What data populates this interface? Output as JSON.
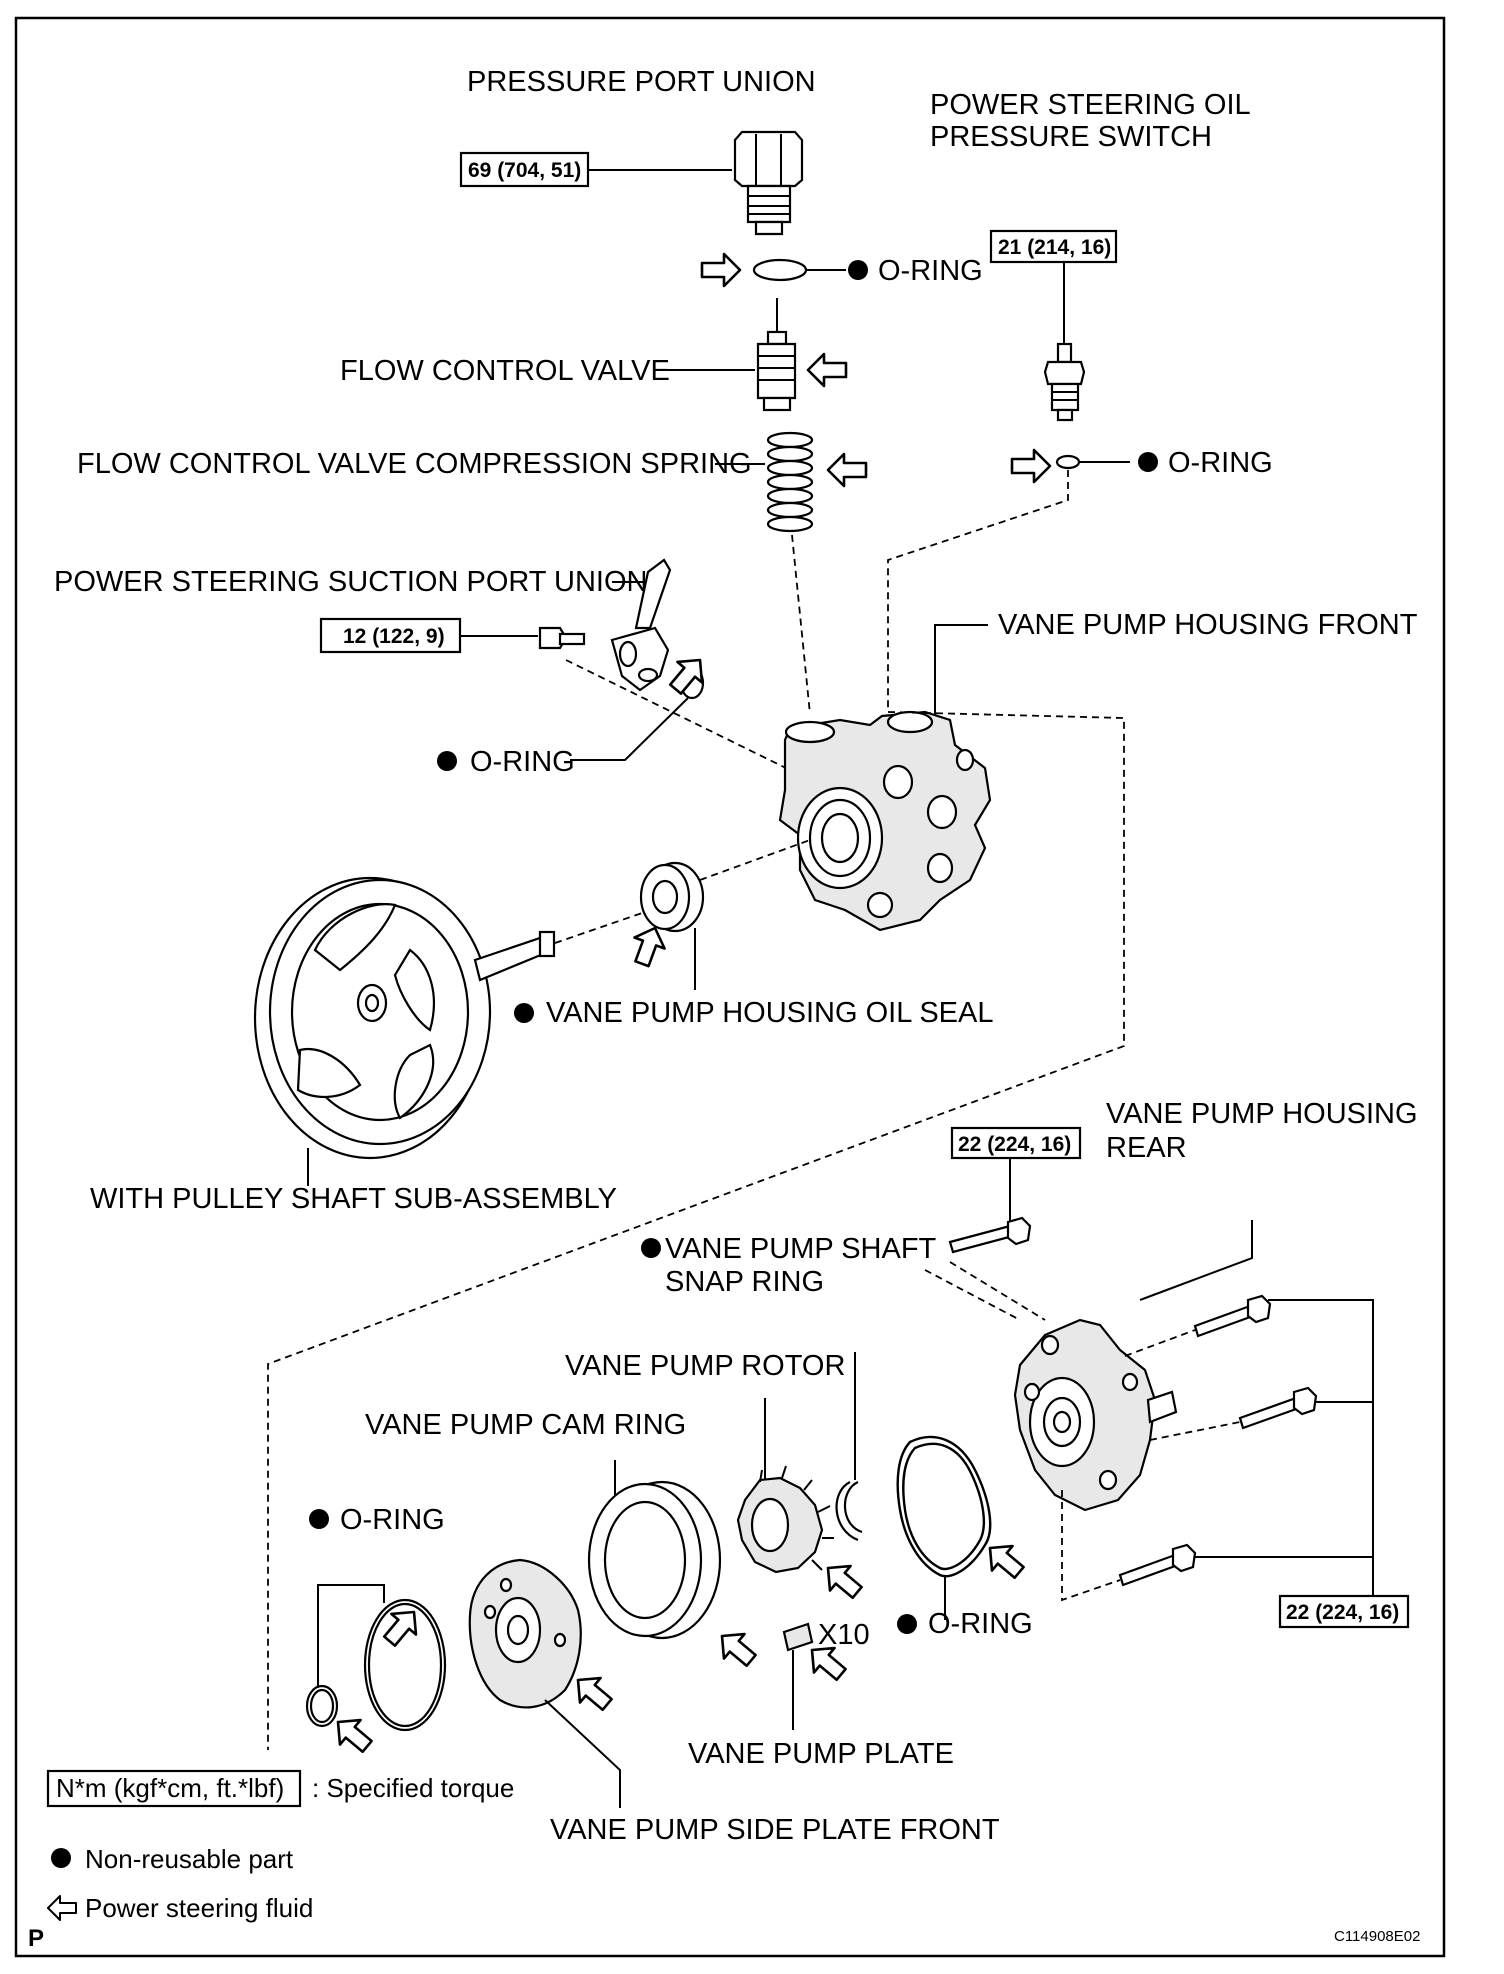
{
  "labels": {
    "pressure_port_union": "PRESSURE PORT UNION",
    "ps_oil_pressure_switch_l1": "POWER STEERING OIL",
    "ps_oil_pressure_switch_l2": "PRESSURE SWITCH",
    "o_ring_top": "O-RING",
    "flow_control_valve": "FLOW CONTROL VALVE",
    "fcv_compression_spring": "FLOW CONTROL VALVE COMPRESSION SPRING",
    "o_ring_switch": "O-RING",
    "suction_port_union": "POWER STEERING SUCTION PORT UNION",
    "vane_pump_housing_front": "VANE PUMP HOUSING FRONT",
    "o_ring_suction": "O-RING",
    "vane_pump_housing_oil_seal": "VANE PUMP HOUSING OIL SEAL",
    "with_pulley_shaft": "WITH PULLEY SHAFT SUB-ASSEMBLY",
    "vane_pump_housing_rear_l1": "VANE PUMP HOUSING",
    "vane_pump_housing_rear_l2": "REAR",
    "snap_ring_l1": "VANE PUMP SHAFT",
    "snap_ring_l2": "SNAP RING",
    "vane_pump_rotor": "VANE PUMP ROTOR",
    "vane_pump_cam_ring": "VANE PUMP CAM RING",
    "o_ring_bottom_left": "O-RING",
    "o_ring_bottom_right": "O-RING",
    "x10": "X10",
    "vane_pump_plate": "VANE PUMP PLATE",
    "vane_pump_side_plate_front": "VANE PUMP SIDE PLATE FRONT"
  },
  "torques": {
    "pressure_port_union": "69 (704, 51)",
    "pressure_switch": "21 (214, 16)",
    "suction_port_union": "12 (122, 9)",
    "rear_top_bolt": "22 (224, 16)",
    "rear_side_bolts": "22 (224, 16)"
  },
  "legend": {
    "torque_unit": "N*m (kgf*cm, ft.*lbf)",
    "torque_desc": ": Specified torque",
    "non_reusable": "Non-reusable part",
    "fluid": "Power steering fluid"
  },
  "corner": {
    "page_letter": "P",
    "figure_code": "C114908E02"
  }
}
